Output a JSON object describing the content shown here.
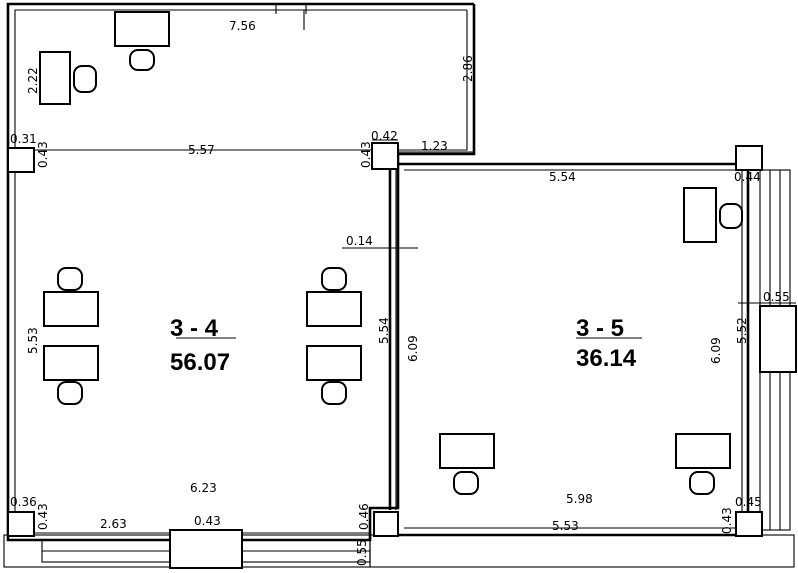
{
  "rooms": [
    {
      "id": "3-4",
      "label": "3 - 4",
      "area": "56.07"
    },
    {
      "id": "3-5",
      "label": "3 - 5",
      "area": "36.14"
    }
  ],
  "dimensions": {
    "top_width": "7.56",
    "notch_height": "2.86",
    "desk_side": "2.22",
    "col_tl_w": "0.31",
    "col_tl_h": "0.43",
    "col_mid_w": "0.42",
    "col_mid_h": "0.43",
    "notch_ledge": "1.23",
    "room34_top": "5.57",
    "room35_top": "5.54",
    "col_tr_h": "0.44",
    "partition": "0.14",
    "room34_left": "5.53",
    "room34_right": "5.54",
    "room35_left": "6.09",
    "room35_right": "6.09",
    "window_height": "5.52",
    "window_depth": "0.55",
    "room34_bottom": "6.23",
    "room35_bottom": "5.98",
    "col_bl_w": "0.36",
    "col_bl_h": "0.43",
    "bottom_seg": "2.63",
    "bottom_col": "0.43",
    "col_bm_h": "0.46",
    "bottom_depth": "0.55",
    "col_br_w": "0.45",
    "col_br_h": "0.43",
    "room35_bottom_outer": "5.53"
  }
}
